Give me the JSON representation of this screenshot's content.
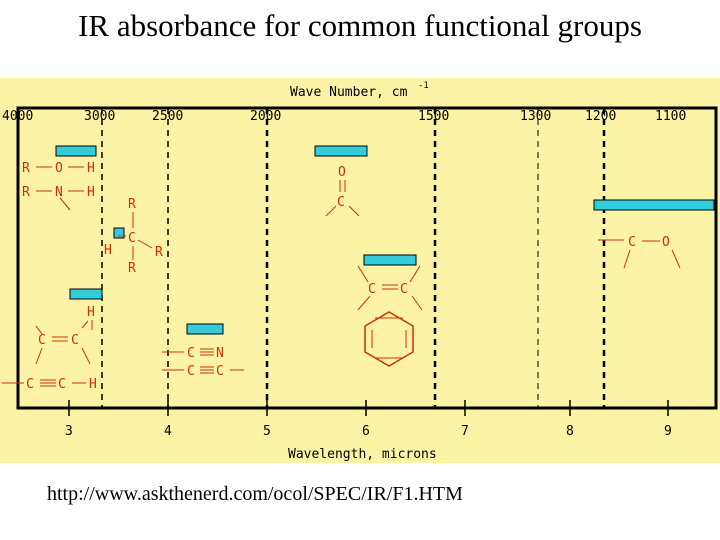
{
  "title": "IR absorbance for common functional groups",
  "source_url": "http://www.askthenerd.com/ocol/SPEC/IR/F1.HTM",
  "colors": {
    "panel_bg": "#fdf3a6",
    "band_fill": "#33ccdd",
    "structure_color": "#cc3300",
    "axis_color": "#000000"
  },
  "top_axis": {
    "label": "Wave Number, cm",
    "superscript": "-1",
    "ticks": [
      "4000",
      "3000",
      "2500",
      "2000",
      "1500",
      "1300",
      "1200",
      "1100"
    ]
  },
  "bottom_axis": {
    "label": "Wavelength, microns",
    "ticks": [
      "3",
      "4",
      "5",
      "6",
      "7",
      "8",
      "9"
    ]
  },
  "groups": [
    {
      "name": "O-H",
      "atoms": [
        "R",
        "O",
        "H"
      ],
      "range_cm": "3650-3200"
    },
    {
      "name": "N-H",
      "atoms": [
        "R",
        "N",
        "H"
      ],
      "range_cm": "3500-3300"
    },
    {
      "name": "sp3 C-H",
      "atoms": [
        "H",
        "C",
        "R",
        "R",
        "R"
      ],
      "range_cm": "3000-2850"
    },
    {
      "name": "sp2 C-H",
      "atoms": [
        "H",
        "C",
        "C"
      ],
      "range_cm": "3100-3000"
    },
    {
      "name": "sp C-H",
      "atoms": [
        "C",
        "C",
        "H"
      ],
      "range_cm": "3300"
    },
    {
      "name": "C≡N / C≡C",
      "atoms": [
        "C",
        "N",
        "C",
        "C"
      ],
      "range_cm": "2260-2100"
    },
    {
      "name": "C=O",
      "atoms": [
        "O",
        "C"
      ],
      "range_cm": "1780-1650"
    },
    {
      "name": "C=C alkene / aromatic",
      "atoms": [
        "C",
        "C"
      ],
      "range_cm": "1680-1450"
    },
    {
      "name": "C-O",
      "atoms": [
        "C",
        "O"
      ],
      "range_cm": "1250-1050"
    }
  ]
}
